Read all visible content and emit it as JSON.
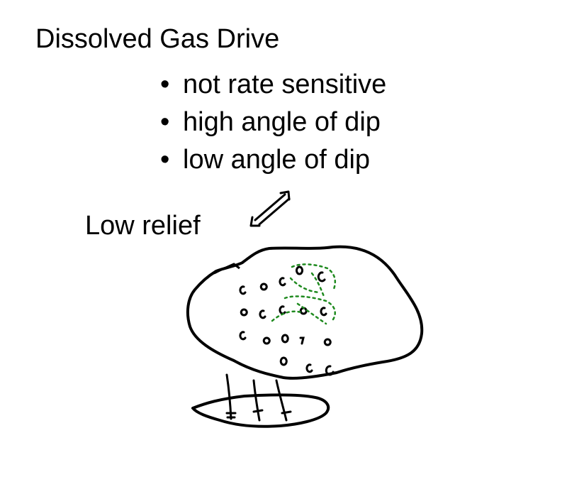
{
  "slide": {
    "title": "Dissolved Gas Drive",
    "bullets": [
      {
        "marker": "•",
        "text": "not rate sensitive"
      },
      {
        "marker": "•",
        "text": "high angle of dip"
      },
      {
        "marker": "•",
        "text": "low angle of dip"
      }
    ],
    "side_label": "Low relief"
  },
  "drawing": {
    "ink_color": "#000000",
    "gas_color": "#1f8a1f",
    "icons": [
      "double-arrow-icon",
      "oil-field-outline",
      "gas-bubbles",
      "wells",
      "surface-pool"
    ]
  }
}
